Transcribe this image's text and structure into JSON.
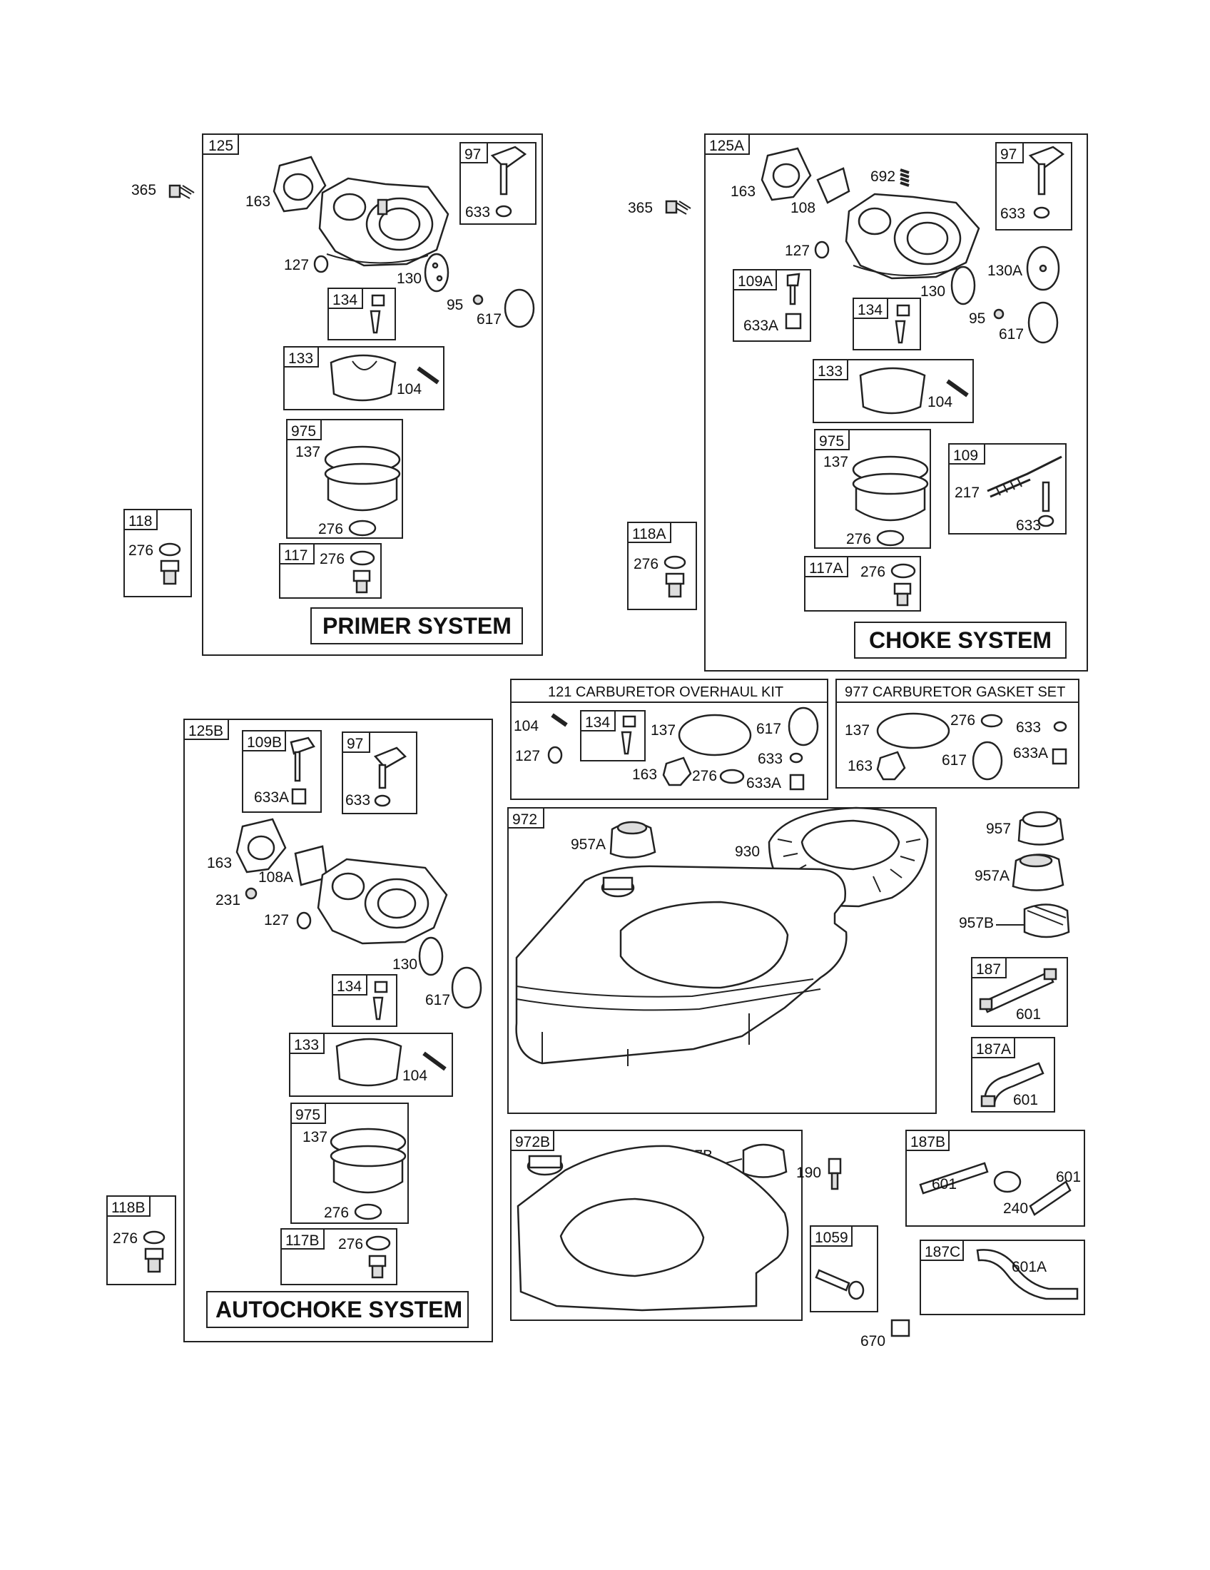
{
  "primer": {
    "group": "125",
    "title": "PRIMER SYSTEM",
    "l365": "365",
    "l163": "163",
    "l127": "127",
    "l130": "130",
    "l95": "95",
    "l617": "617",
    "k97": "97",
    "k97_633": "633",
    "k134": "134",
    "k133": "133",
    "k133_104": "104",
    "k975": "975",
    "k975_137": "137",
    "k975_276": "276",
    "k117": "117",
    "k117_276": "276"
  },
  "side118": {
    "k": "118",
    "l276": "276"
  },
  "choke": {
    "group": "125A",
    "title": "CHOKE SYSTEM",
    "l365": "365",
    "l163": "163",
    "l108": "108",
    "l692": "692",
    "l127": "127",
    "l130": "130",
    "l130A": "130A",
    "l95": "95",
    "l617": "617",
    "k97": "97",
    "k97_633": "633",
    "k109A": "109A",
    "k109A_633A": "633A",
    "k134": "134",
    "k133": "133",
    "k133_104": "104",
    "k975": "975",
    "k975_137": "137",
    "k975_276": "276",
    "k109": "109",
    "k109_217": "217",
    "k109_633": "633",
    "k117A": "117A",
    "k117A_276": "276"
  },
  "side118A": {
    "k": "118A",
    "l276": "276"
  },
  "autochoke": {
    "group": "125B",
    "title": "AUTOCHOKE SYSTEM",
    "k109B": "109B",
    "k109B_633A": "633A",
    "k97": "97",
    "k97_633": "633",
    "l163": "163",
    "l108A": "108A",
    "l231": "231",
    "l127": "127",
    "l130": "130",
    "l617": "617",
    "k134": "134",
    "k133": "133",
    "k133_104": "104",
    "k975": "975",
    "k975_137": "137",
    "k975_276": "276",
    "k117B": "117B",
    "k117B_276": "276"
  },
  "side118B": {
    "k": "118B",
    "l276": "276"
  },
  "kit121": {
    "title": "121 CARBURETOR OVERHAUL KIT",
    "l104": "104",
    "l127": "127",
    "k134": "134",
    "l137": "137",
    "l617": "617",
    "l633": "633",
    "l163": "163",
    "l276": "276",
    "l633A": "633A"
  },
  "kit977": {
    "title": "977 CARBURETOR GASKET SET",
    "l137": "137",
    "l276": "276",
    "l633": "633",
    "l163": "163",
    "l617": "617",
    "l633A": "633A"
  },
  "tank972": {
    "k": "972",
    "l957A": "957A",
    "l930": "930"
  },
  "caps": {
    "l957": "957",
    "l957A": "957A",
    "l957B": "957B"
  },
  "hose187": {
    "k": "187",
    "l601": "601"
  },
  "hose187A": {
    "k": "187A",
    "l601": "601"
  },
  "tank972B": {
    "k": "972B",
    "l957B": "957B"
  },
  "fitting": {
    "l190": "190"
  },
  "k1059": {
    "k": "1059",
    "l670": "670"
  },
  "hose187B": {
    "k": "187B",
    "l601a": "601",
    "l601b": "601",
    "l240": "240"
  },
  "hose187C": {
    "k": "187C",
    "l601A": "601A"
  }
}
